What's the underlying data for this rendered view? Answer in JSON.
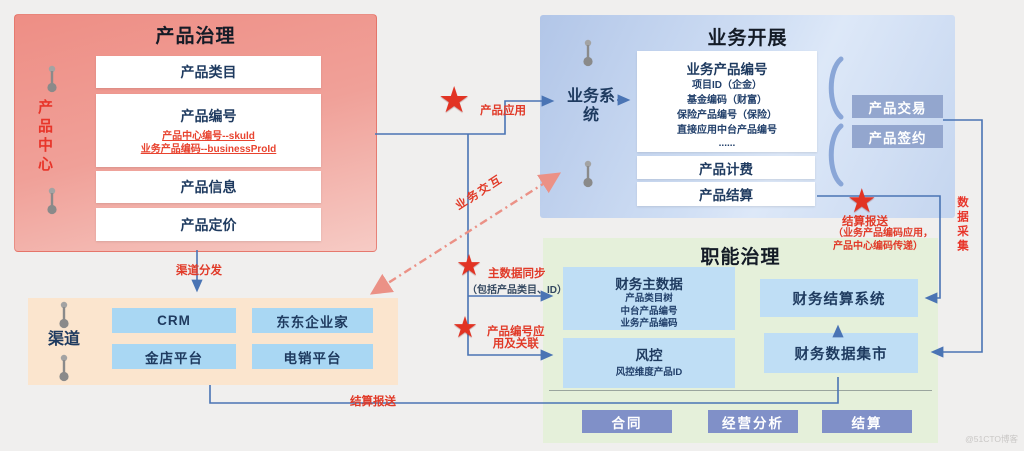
{
  "icons": {
    "star": "★",
    "brace": "（"
  },
  "colors": {
    "accent_red": "#e13a28",
    "line_blue": "#4a74b4",
    "dash_salmon": "#eb9186",
    "red_box": "#ee8e85",
    "blue_box": "#c4d6ef",
    "peach_box": "#fbe5ce",
    "green_box": "#e5f0da",
    "node_blue": "#a9d7f3",
    "button_purple": "#8090c8",
    "button_gray_blue": "#93a6ce"
  },
  "product_center": {
    "title": "产品治理",
    "side_label": "产品中心",
    "rows": [
      {
        "label": "产品类目"
      },
      {
        "label": "产品编号",
        "sub": [
          "产品中心编号--skuld",
          "业务产品编码--businessProId"
        ]
      },
      {
        "label": "产品信息"
      },
      {
        "label": "产品定价"
      }
    ]
  },
  "business": {
    "title": "业务开展",
    "system_label": "业务系统",
    "number_box": {
      "title": "业务产品编号",
      "items": [
        "项目ID（企金）",
        "基金编码（财富）",
        "保险产品编号（保险）",
        "直接应用中台产品编号",
        "......"
      ]
    },
    "billing": "产品计费",
    "settlement": "产品结算",
    "side_buttons": [
      "产品交易",
      "产品签约"
    ]
  },
  "channel": {
    "title": "渠道",
    "items": [
      "CRM",
      "东东企业家",
      "金店平台",
      "电销平台"
    ]
  },
  "function_governance": {
    "title": "职能治理",
    "finance_master": {
      "title": "财务主数据",
      "items": [
        "产品类目树",
        "中台产品编号",
        "业务产品编码"
      ]
    },
    "risk": {
      "title": "风控",
      "sub": "风控维度产品ID"
    },
    "settlement_system": "财务结算系统",
    "data_mart": "财务数据集市",
    "bottom_buttons": [
      "合同",
      "经营分析",
      "结算"
    ]
  },
  "annotations": {
    "product_apply": "产品应用",
    "business_interact": "业务交互",
    "channel_distribute": "渠道分发",
    "master_sync": "主数据同步",
    "master_sync_note": "（包括产品类目、ID）",
    "number_apply_line1": "产品编号应",
    "number_apply_line2": "用及关联",
    "settlement_report": "结算报送",
    "settlement_report_note1": "（业务产品编码应用，",
    "settlement_report_note2": "产品中心编码传递）",
    "settlement_report_bottom": "结算报送",
    "data_collect": "数据采集"
  },
  "watermark": "@51CTO博客"
}
